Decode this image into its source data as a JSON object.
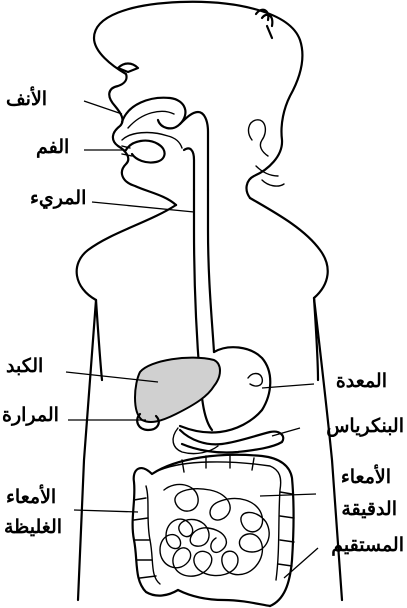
{
  "labels": {
    "nose": "الأنف",
    "mouth": "الفم",
    "esophagus": "المريء",
    "liver": "الكبد",
    "gallbladder": "المرارة",
    "large_intestine_line1": "الأمعاء",
    "large_intestine_line2": "الغليظة",
    "stomach": "المعدة",
    "pancreas": "البنكرياس",
    "small_intestine_line1": "الأمعاء",
    "small_intestine_line2": "الدقيقة",
    "rectum": "المستقيم"
  },
  "colors": {
    "ink": "#000000",
    "background": "#ffffff",
    "organ_shade": "#d0d0d0"
  }
}
